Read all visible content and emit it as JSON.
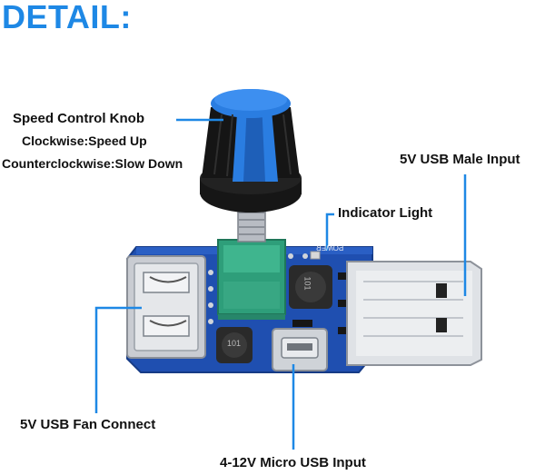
{
  "title": "DETAIL:",
  "labels": {
    "knob": "Speed Control Knob",
    "clockwise": "Clockwise:Speed Up",
    "counterclockwise": "Counterclockwise:Slow Down",
    "usb_male": "5V USB Male Input",
    "indicator": "Indicator Light",
    "fan_connect": "5V USB Fan Connect",
    "micro_usb": "4-12V Micro USB Input"
  },
  "board_text": {
    "power_silk": "POWER",
    "inductor_1": "101",
    "inductor_2": "101"
  },
  "colors": {
    "title": "#1e88e5",
    "callout_line": "#1e88e5",
    "pcb": "#1f4fb0",
    "knob_body": "#111111",
    "knob_stripe": "#2a7de1",
    "potentiometer": "#2e9e7a"
  }
}
